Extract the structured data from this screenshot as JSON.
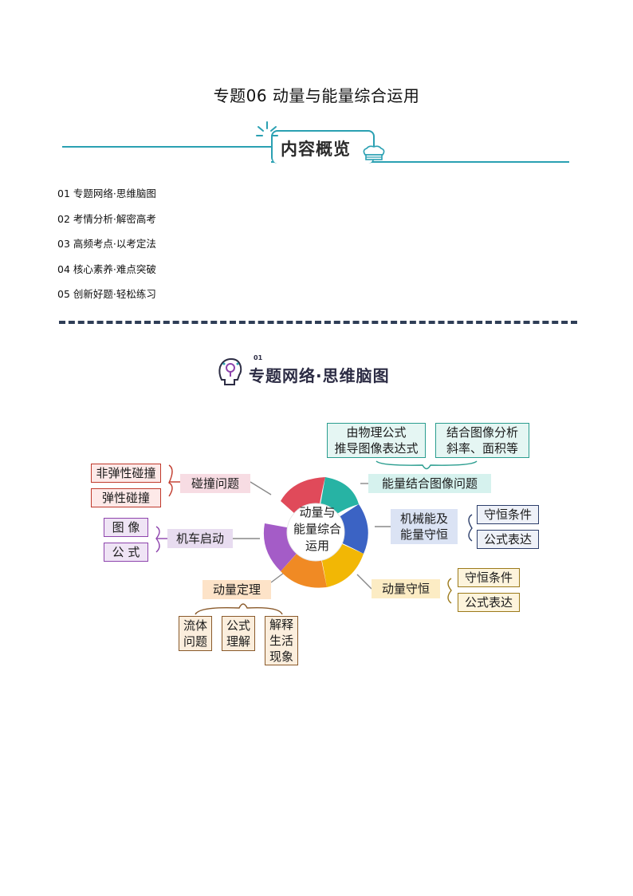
{
  "document": {
    "title": "专题06  动量与能量综合运用"
  },
  "overview": {
    "banner_title": "内容概览",
    "items": [
      "01 专题网络·思维脑图",
      "02 考情分析·解密高考",
      "03 高频考点·以考定法",
      "04 核心素养·难点突破",
      "05 创新好题·轻松练习"
    ]
  },
  "section": {
    "index": "01",
    "heading": "专题网络·思维脑图"
  },
  "mindmap": {
    "center": "动量与\n能量综合\n运用",
    "branches": {
      "collision": {
        "label": "碰撞问题",
        "children": [
          "非弹性碰撞",
          "弹性碰撞"
        ]
      },
      "vehicle": {
        "label": "机车启动",
        "children": [
          "图 像",
          "公 式"
        ]
      },
      "momentum_theorem": {
        "label": "动量定理",
        "children": [
          "流体\n问题",
          "公式\n理解",
          "解释\n生活\n现象"
        ]
      },
      "momentum_conservation": {
        "label": "动量守恒",
        "children": [
          "守恒条件",
          "公式表达"
        ]
      },
      "mechanical_energy": {
        "label": "机械能及\n能量守恒",
        "children": [
          "守恒条件",
          "公式表达"
        ]
      },
      "energy_graph": {
        "label": "能量结合图像问题",
        "children": [
          "由物理公式\n推导图像表达式",
          "结合图像分析\n斜率、面积等"
        ]
      }
    },
    "colors": {
      "red": "#e04a5a",
      "teal": "#27b3a4",
      "blue": "#3b63c4",
      "yellow": "#f2b705",
      "orange": "#f08a24",
      "purple": "#a45cc7"
    }
  }
}
